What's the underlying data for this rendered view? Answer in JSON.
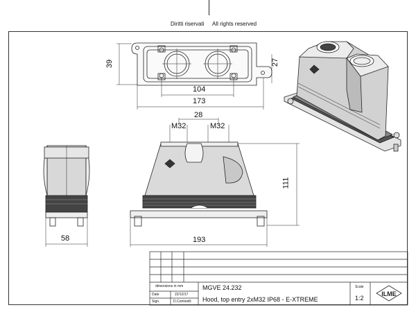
{
  "header": {
    "rights_it": "Diritti riservati",
    "rights_en": "All rights reserved"
  },
  "dimensions": {
    "top_height": "39",
    "top_height_right": "27",
    "top_inner_width": "104",
    "top_total_width": "173",
    "front_spacing": "28",
    "front_thread_left": "M32",
    "front_thread_right": "M32",
    "front_height": "111",
    "front_width": "193",
    "side_width": "58"
  },
  "title_block": {
    "units_note": "dimensions in mm",
    "date_label": "Date",
    "date_value": "22/12/17",
    "sign_label": "Sign.",
    "sign_value": "D.Cominelli",
    "code": "MGVE 24.232",
    "description": "Hood, top entry 2xM32 IP68 - E-XTREME",
    "scale_label": "Scale",
    "scale_value": "1:2",
    "logo_text": "ILME"
  }
}
